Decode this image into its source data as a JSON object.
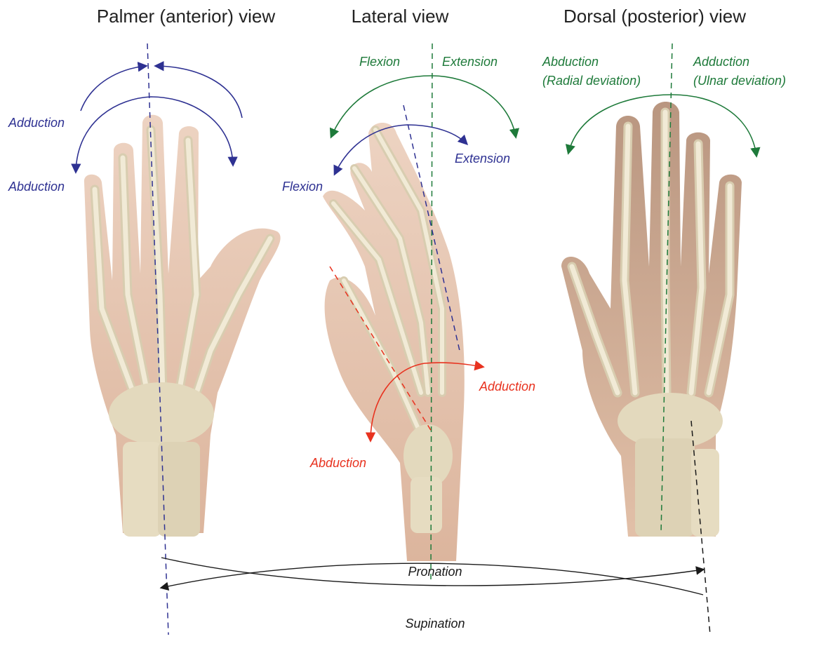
{
  "views": {
    "palmar": "Palmer (anterior) view",
    "lateral": "Lateral view",
    "dorsal": "Dorsal (posterior) view"
  },
  "palmar_labels": {
    "adduction": "Adduction",
    "abduction": "Abduction"
  },
  "lateral_labels": {
    "wrist_flexion": "Flexion",
    "wrist_extension": "Extension",
    "finger_flexion": "Flexion",
    "finger_extension": "Extension",
    "thumb_adduction": "Adduction",
    "thumb_abduction": "Abduction"
  },
  "dorsal_labels": {
    "abduction_line1": "Abduction",
    "abduction_line2": "(Radial deviation)",
    "adduction_line1": "Adduction",
    "adduction_line2": "(Ulnar deviation)"
  },
  "forearm_labels": {
    "pronation": "Pronation",
    "supination": "Supination"
  },
  "colors": {
    "blue": "#2e3192",
    "green": "#1e7a3a",
    "red": "#e8321f",
    "black": "#1a1a1a",
    "skin": "#e9c9b5",
    "bone": "#e8dfc6",
    "skin_dark": "#c7a58e"
  }
}
